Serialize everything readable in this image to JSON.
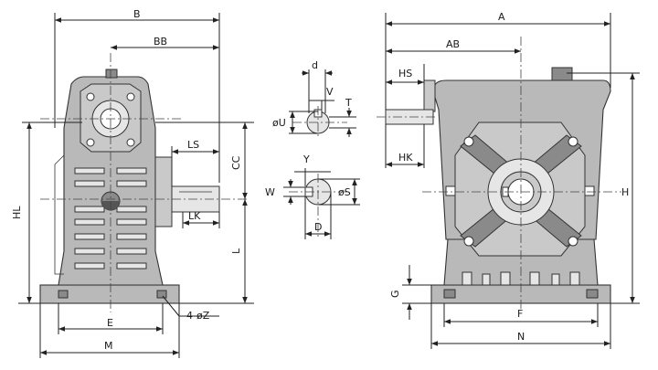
{
  "labels": {
    "B": "B",
    "BB": "BB",
    "HL": "HL",
    "LS": "LS",
    "CC": "CC",
    "LK": "LK",
    "L": "L",
    "E": "E",
    "M": "M",
    "Z": "4-øZ",
    "d": "d",
    "V": "V",
    "U": "øU",
    "T": "T",
    "Y": "Y",
    "W": "W",
    "S": "øS",
    "D": "D",
    "A": "A",
    "AB": "AB",
    "HS": "HS",
    "HK": "HK",
    "H": "H",
    "G": "G",
    "F": "F",
    "N": "N"
  }
}
